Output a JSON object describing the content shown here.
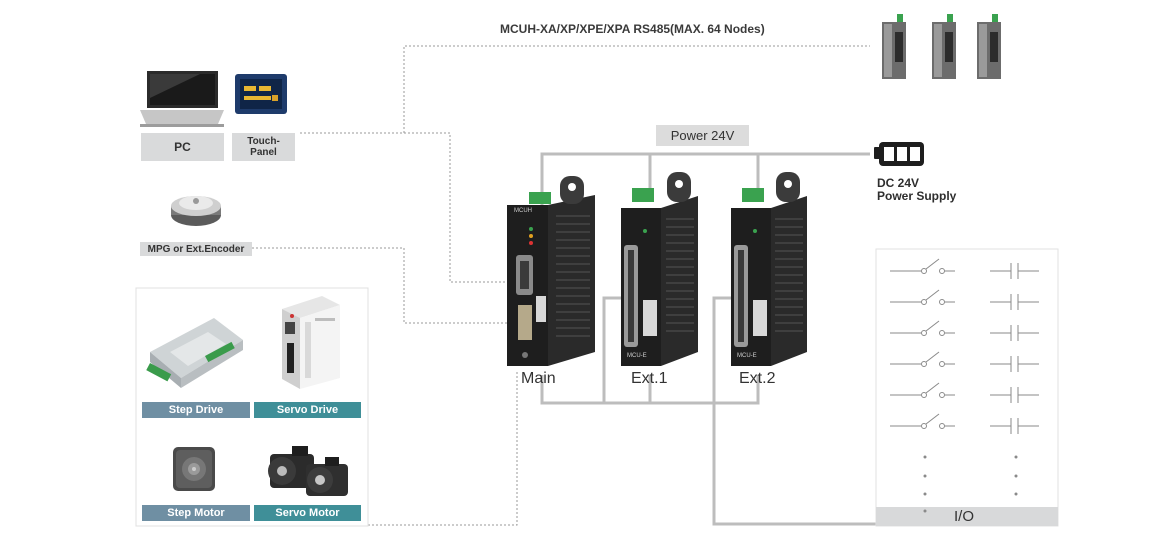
{
  "bus_label": "MCUH-XA/XP/XPE/XPA RS485(MAX. 64 Nodes)",
  "power_label": "Power 24V",
  "power_supply": {
    "line1": "DC 24V",
    "line2": "Power Supply"
  },
  "devices": {
    "pc": "PC",
    "touch_panel_line1": "Touch-",
    "touch_panel_line2": "Panel",
    "mpg": "MPG or Ext.Encoder",
    "step_drive": "Step Drive",
    "servo_drive": "Servo Drive",
    "step_motor": "Step Motor",
    "servo_motor": "Servo Motor"
  },
  "modules": {
    "main": "Main",
    "ext1": "Ext.1",
    "ext2": "Ext.2",
    "main_badge": "MCUH",
    "ext_badge": "MCU-E"
  },
  "io_label": "I/O",
  "colors": {
    "wire": "#b8b8b8",
    "teal": "#3f8f98",
    "tag": "#d9dadb",
    "module": "#1e1e1e"
  }
}
